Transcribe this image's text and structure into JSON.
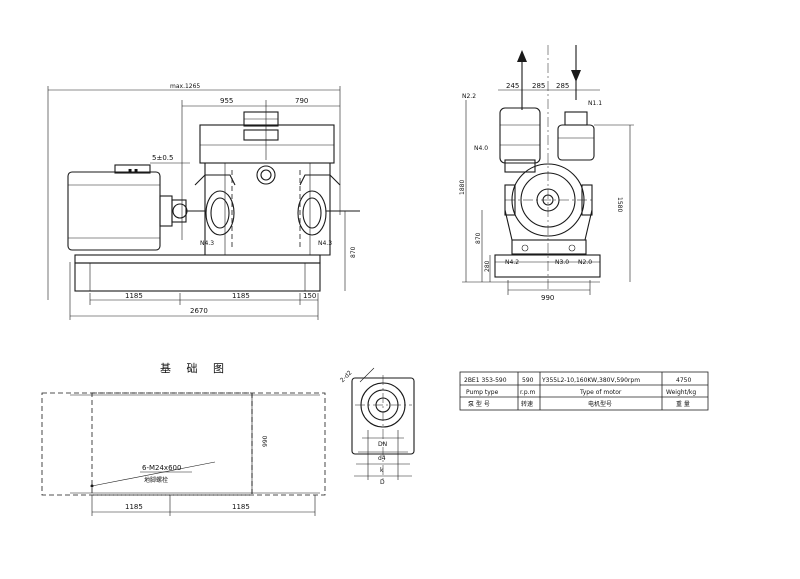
{
  "side_view": {
    "dims": {
      "max_length": "max.1265",
      "left_span": "955",
      "right_span": "790",
      "shaft_offset": "5±0.5",
      "base_left": "1185",
      "base_mid": "1185",
      "base_right": "150",
      "overall": "2670",
      "height": "870"
    },
    "ports": {
      "left": "N4.3",
      "right": "N4.3"
    }
  },
  "end_view": {
    "dims": {
      "top_left": "245",
      "top_mid": "285",
      "top_right": "285",
      "overall_height": "1880",
      "right_height": "1580",
      "mid_height": "870",
      "base_height": "280",
      "base_width": "990"
    },
    "labels": {
      "top_left": "N2.2",
      "top_right": "N1.1",
      "left_mid": "N4.0",
      "bottom_left": "N4.2",
      "bottom_mid": "N3.0",
      "bottom_right": "N2.0"
    }
  },
  "foundation": {
    "title": "基 础 图",
    "bolt_note": "6-M24x600",
    "bolt_caption": "地脚螺栓",
    "dim_width": "990",
    "dim_left": "1185",
    "dim_right": "1185"
  },
  "bolt_detail": {
    "top": "2-d2",
    "labels": [
      "DN",
      "d4",
      "k",
      "D"
    ]
  },
  "spec_table": {
    "model": "2BE1 353-590",
    "rpm": "590",
    "motor": "Y355L2-10,160KW,380V,590rpm",
    "weight": "4750",
    "headers": [
      "Pump type",
      "r.p.m",
      "Type of motor",
      "Weight/kg"
    ],
    "cn_headers": [
      "泵 型 号",
      "转速",
      "电机型号",
      "重 量"
    ]
  }
}
